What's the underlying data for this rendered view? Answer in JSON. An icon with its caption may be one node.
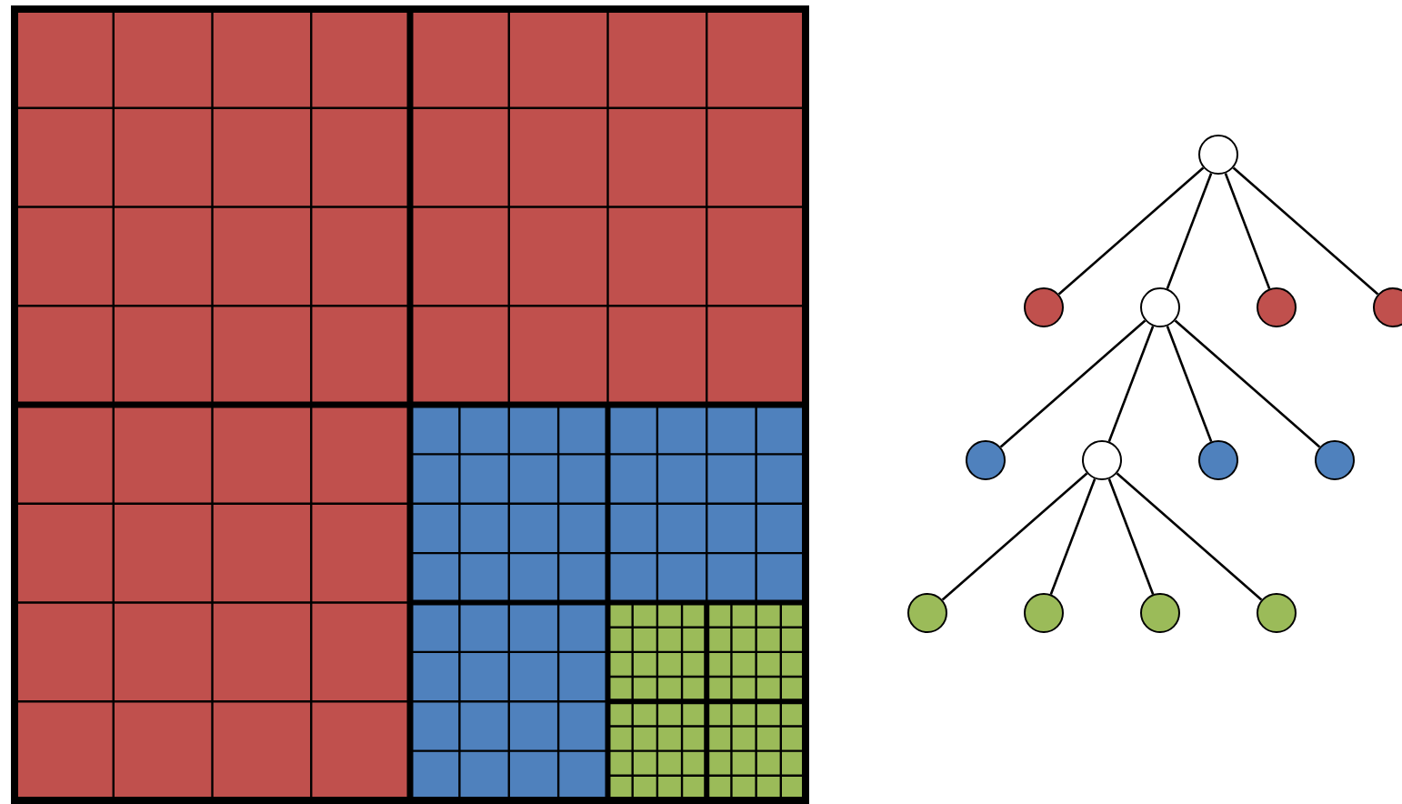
{
  "diagram": {
    "nodes": [
      {
        "text": [],
        "shape": "circle"
      },
      {
        "text": [],
        "shape": "circle"
      },
      {
        "text": [],
        "shape": "circle"
      },
      {
        "text": [],
        "shape": "circle"
      },
      {
        "text": [],
        "shape": "circle"
      },
      {
        "text": [],
        "shape": "circle"
      },
      {
        "text": [],
        "shape": "circle"
      },
      {
        "text": [],
        "shape": "circle"
      },
      {
        "text": [],
        "shape": "circle"
      },
      {
        "text": [],
        "shape": "circle"
      },
      {
        "text": [],
        "shape": "circle"
      },
      {
        "text": [],
        "shape": "circle"
      },
      {
        "text": [],
        "shape": "circle"
      }
    ],
    "edges": [
      {
        "from": 0,
        "to": 1,
        "arrow": "none"
      },
      {
        "from": 0,
        "to": 2,
        "arrow": "none"
      },
      {
        "from": 0,
        "to": 3,
        "arrow": "none"
      },
      {
        "from": 0,
        "to": 4,
        "arrow": "none"
      },
      {
        "from": 2,
        "to": 5,
        "arrow": "none"
      },
      {
        "from": 2,
        "to": 6,
        "arrow": "none"
      },
      {
        "from": 2,
        "to": 7,
        "arrow": "none"
      },
      {
        "from": 2,
        "to": 8,
        "arrow": "none"
      },
      {
        "from": 6,
        "to": 9,
        "arrow": "none"
      },
      {
        "from": 6,
        "to": 10,
        "arrow": "none"
      },
      {
        "from": 6,
        "to": 11,
        "arrow": "none"
      },
      {
        "from": 6,
        "to": 12,
        "arrow": "none"
      }
    ]
  }
}
